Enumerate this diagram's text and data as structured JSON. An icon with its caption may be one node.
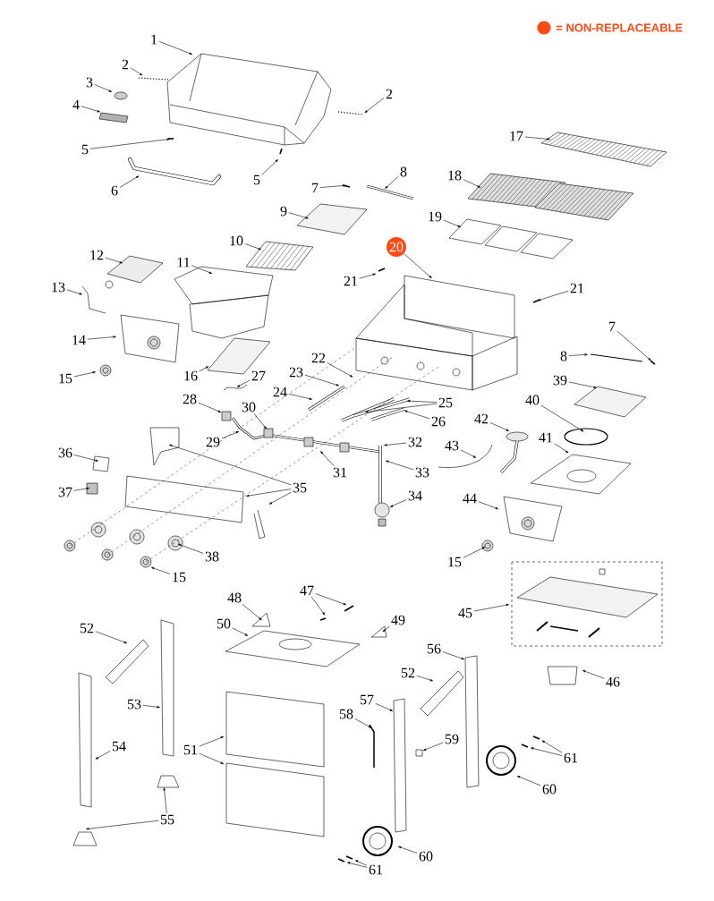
{
  "diagram": {
    "nodes": [
      {
        "text": [
          "1"
        ]
      },
      {
        "text": [
          "2"
        ]
      },
      {
        "text": [
          "3"
        ]
      },
      {
        "text": [
          "4"
        ]
      },
      {
        "text": [
          "5"
        ]
      },
      {
        "text": [
          "6"
        ]
      },
      {
        "text": [
          "5"
        ]
      },
      {
        "text": [
          "2"
        ]
      },
      {
        "text": [
          "7"
        ]
      },
      {
        "text": [
          "8"
        ]
      },
      {
        "text": [
          "9"
        ]
      },
      {
        "text": [
          "10"
        ]
      },
      {
        "text": [
          "11"
        ]
      },
      {
        "text": [
          "12"
        ]
      },
      {
        "text": [
          "13"
        ]
      },
      {
        "text": [
          "14"
        ]
      },
      {
        "text": [
          "15"
        ]
      },
      {
        "text": [
          "16"
        ]
      },
      {
        "text": [
          "17"
        ]
      },
      {
        "text": [
          "18"
        ]
      },
      {
        "text": [
          "19"
        ]
      },
      {
        "text": [
          "20"
        ]
      },
      {
        "text": [
          "21"
        ]
      },
      {
        "text": [
          "21"
        ]
      },
      {
        "text": [
          "7"
        ]
      },
      {
        "text": [
          "8"
        ]
      },
      {
        "text": [
          "22"
        ]
      },
      {
        "text": [
          "23"
        ]
      },
      {
        "text": [
          "24"
        ]
      },
      {
        "text": [
          "25"
        ]
      },
      {
        "text": [
          "26"
        ]
      },
      {
        "text": [
          "27"
        ]
      },
      {
        "text": [
          "28"
        ]
      },
      {
        "text": [
          "29"
        ]
      },
      {
        "text": [
          "30"
        ]
      },
      {
        "text": [
          "31"
        ]
      },
      {
        "text": [
          "32"
        ]
      },
      {
        "text": [
          "33"
        ]
      },
      {
        "text": [
          "34"
        ]
      },
      {
        "text": [
          "35"
        ]
      },
      {
        "text": [
          "36"
        ]
      },
      {
        "text": [
          "37"
        ]
      },
      {
        "text": [
          "38"
        ]
      },
      {
        "text": [
          "15"
        ]
      },
      {
        "text": [
          "39"
        ]
      },
      {
        "text": [
          "40"
        ]
      },
      {
        "text": [
          "41"
        ]
      },
      {
        "text": [
          "42"
        ]
      },
      {
        "text": [
          "43"
        ]
      },
      {
        "text": [
          "44"
        ]
      },
      {
        "text": [
          "15"
        ]
      },
      {
        "text": [
          "45"
        ]
      },
      {
        "text": [
          "46"
        ]
      },
      {
        "text": [
          "47"
        ]
      },
      {
        "text": [
          "48"
        ]
      },
      {
        "text": [
          "49"
        ]
      },
      {
        "text": [
          "50"
        ]
      },
      {
        "text": [
          "51"
        ]
      },
      {
        "text": [
          "52"
        ]
      },
      {
        "text": [
          "53"
        ]
      },
      {
        "text": [
          "54"
        ]
      },
      {
        "text": [
          "55"
        ]
      },
      {
        "text": [
          "56"
        ]
      },
      {
        "text": [
          "52"
        ]
      },
      {
        "text": [
          "57"
        ]
      },
      {
        "text": [
          "58"
        ]
      },
      {
        "text": [
          "59"
        ]
      },
      {
        "text": [
          "60"
        ]
      },
      {
        "text": [
          "61"
        ]
      },
      {
        "text": [
          "60"
        ]
      },
      {
        "text": [
          "61"
        ]
      }
    ],
    "edges": [
      {
        "from": 0,
        "to": null,
        "arrow": "to"
      },
      {
        "from": 1,
        "to": null,
        "arrow": "to"
      },
      {
        "from": 2,
        "to": null,
        "arrow": "to"
      },
      {
        "from": 3,
        "to": null,
        "arrow": "to"
      },
      {
        "from": 4,
        "to": null,
        "arrow": "to"
      },
      {
        "from": 5,
        "to": null,
        "arrow": "to"
      },
      {
        "from": 6,
        "to": null,
        "arrow": "to"
      },
      {
        "from": 7,
        "to": null,
        "arrow": "to"
      },
      {
        "from": 8,
        "to": null,
        "arrow": "to"
      },
      {
        "from": 9,
        "to": null,
        "arrow": "to"
      },
      {
        "from": 10,
        "to": null,
        "arrow": "to"
      },
      {
        "from": 11,
        "to": null,
        "arrow": "to"
      },
      {
        "from": 12,
        "to": null,
        "arrow": "to"
      },
      {
        "from": 13,
        "to": null,
        "arrow": "to"
      },
      {
        "from": 14,
        "to": null,
        "arrow": "to"
      },
      {
        "from": 15,
        "to": null,
        "arrow": "to"
      },
      {
        "from": 16,
        "to": null,
        "arrow": "to"
      },
      {
        "from": 17,
        "to": null,
        "arrow": "to"
      },
      {
        "from": 18,
        "to": null,
        "arrow": "to"
      },
      {
        "from": 19,
        "to": null,
        "arrow": "to"
      },
      {
        "from": 20,
        "to": null,
        "arrow": "to"
      },
      {
        "from": 21,
        "to": null,
        "arrow": "to"
      },
      {
        "from": 22,
        "to": null,
        "arrow": "to"
      },
      {
        "from": 23,
        "to": null,
        "arrow": "to"
      },
      {
        "from": 24,
        "to": null,
        "arrow": "to"
      },
      {
        "from": 25,
        "to": null,
        "arrow": "to"
      },
      {
        "from": 26,
        "to": null,
        "arrow": "to"
      },
      {
        "from": 27,
        "to": null,
        "arrow": "to"
      },
      {
        "from": 28,
        "to": null,
        "arrow": "to"
      },
      {
        "from": 29,
        "to": null,
        "arrow": "to"
      },
      {
        "from": 29,
        "to": null,
        "arrow": "to"
      },
      {
        "from": 30,
        "to": null,
        "arrow": "to"
      },
      {
        "from": 31,
        "to": null,
        "arrow": "to"
      },
      {
        "from": 32,
        "to": null,
        "arrow": "to"
      },
      {
        "from": 33,
        "to": null,
        "arrow": "to"
      },
      {
        "from": 34,
        "to": null,
        "arrow": "to"
      },
      {
        "from": 35,
        "to": null,
        "arrow": "to"
      },
      {
        "from": 36,
        "to": null,
        "arrow": "to"
      },
      {
        "from": 37,
        "to": null,
        "arrow": "to"
      },
      {
        "from": 38,
        "to": null,
        "arrow": "to"
      },
      {
        "from": 39,
        "to": null,
        "arrow": "to"
      },
      {
        "from": 39,
        "to": null,
        "arrow": "to"
      },
      {
        "from": 39,
        "to": null,
        "arrow": "to"
      },
      {
        "from": 40,
        "to": null,
        "arrow": "to"
      },
      {
        "from": 41,
        "to": null,
        "arrow": "to"
      },
      {
        "from": 42,
        "to": null,
        "arrow": "to"
      },
      {
        "from": 43,
        "to": null,
        "arrow": "to"
      },
      {
        "from": 44,
        "to": null,
        "arrow": "to"
      },
      {
        "from": 45,
        "to": null,
        "arrow": "to"
      },
      {
        "from": 46,
        "to": null,
        "arrow": "to"
      },
      {
        "from": 47,
        "to": null,
        "arrow": "to"
      },
      {
        "from": 48,
        "to": null,
        "arrow": "to"
      },
      {
        "from": 49,
        "to": null,
        "arrow": "to"
      },
      {
        "from": 50,
        "to": null,
        "arrow": "to"
      },
      {
        "from": 51,
        "to": null,
        "arrow": "to"
      },
      {
        "from": 52,
        "to": null,
        "arrow": "to"
      },
      {
        "from": 53,
        "to": null,
        "arrow": "to"
      },
      {
        "from": 53,
        "to": null,
        "arrow": "to"
      },
      {
        "from": 54,
        "to": null,
        "arrow": "to"
      },
      {
        "from": 55,
        "to": null,
        "arrow": "to"
      },
      {
        "from": 56,
        "to": null,
        "arrow": "to"
      },
      {
        "from": 57,
        "to": null,
        "arrow": "to"
      },
      {
        "from": 57,
        "to": null,
        "arrow": "to"
      },
      {
        "from": 58,
        "to": null,
        "arrow": "to"
      },
      {
        "from": 59,
        "to": null,
        "arrow": "to"
      },
      {
        "from": 60,
        "to": null,
        "arrow": "to"
      },
      {
        "from": 61,
        "to": null,
        "arrow": "to"
      },
      {
        "from": 61,
        "to": null,
        "arrow": "to"
      },
      {
        "from": 62,
        "to": null,
        "arrow": "to"
      },
      {
        "from": 63,
        "to": null,
        "arrow": "to"
      },
      {
        "from": 64,
        "to": null,
        "arrow": "to"
      },
      {
        "from": 65,
        "to": null,
        "arrow": "to"
      },
      {
        "from": 66,
        "to": null,
        "arrow": "to"
      },
      {
        "from": 67,
        "to": null,
        "arrow": "to"
      },
      {
        "from": 68,
        "to": null,
        "arrow": "to"
      },
      {
        "from": 68,
        "to": null,
        "arrow": "to"
      },
      {
        "from": 69,
        "to": null,
        "arrow": "to"
      },
      {
        "from": 70,
        "to": null,
        "arrow": "to"
      },
      {
        "from": 70,
        "to": null,
        "arrow": "to"
      }
    ],
    "legend": [
      {
        "text": "= NON-REPLACEABLE",
        "color": "#fe4a14"
      }
    ]
  }
}
